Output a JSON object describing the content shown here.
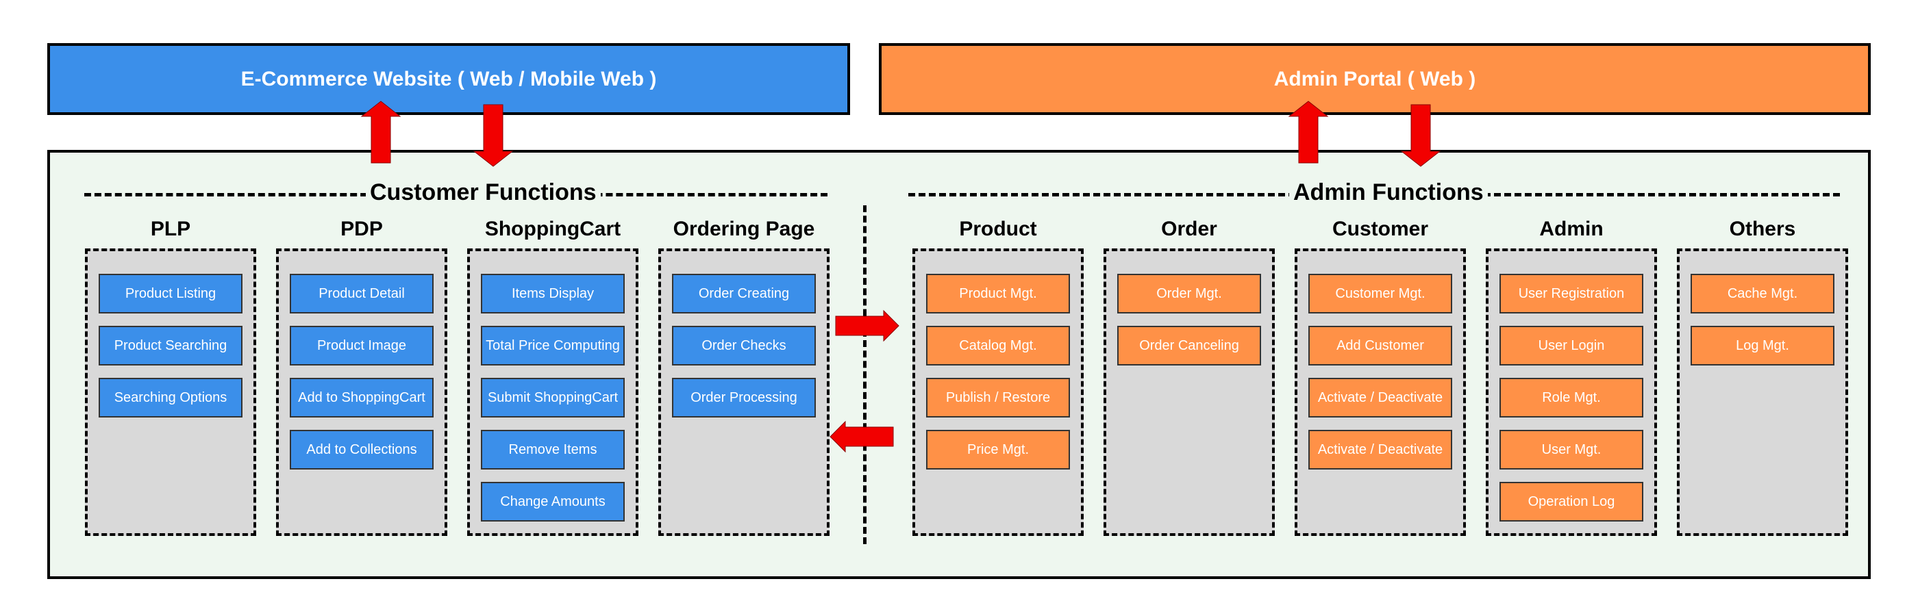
{
  "banners": {
    "ecommerce": "E-Commerce Website ( Web / Mobile Web )",
    "admin_portal": "Admin Portal ( Web )"
  },
  "sections": {
    "customer": "Customer Functions",
    "admin": "Admin Functions"
  },
  "customer_columns": [
    {
      "title": "PLP",
      "items": [
        "Product Listing",
        "Product Searching",
        "Searching Options"
      ]
    },
    {
      "title": "PDP",
      "items": [
        "Product Detail",
        "Product Image",
        "Add to ShoppingCart",
        "Add to Collections"
      ]
    },
    {
      "title": "ShoppingCart",
      "items": [
        "Items Display",
        "Total Price Computing",
        "Submit ShoppingCart",
        "Remove Items",
        "Change Amounts"
      ]
    },
    {
      "title": "Ordering Page",
      "items": [
        "Order Creating",
        "Order Checks",
        "Order Processing"
      ]
    }
  ],
  "admin_columns": [
    {
      "title": "Product",
      "items": [
        "Product Mgt.",
        "Catalog Mgt.",
        "Publish / Restore",
        "Price Mgt."
      ]
    },
    {
      "title": "Order",
      "items": [
        "Order Mgt.",
        "Order Canceling"
      ]
    },
    {
      "title": "Customer",
      "items": [
        "Customer Mgt.",
        "Add Customer",
        "Activate / Deactivate",
        "Activate / Deactivate"
      ]
    },
    {
      "title": "Admin",
      "items": [
        "User Registration",
        "User Login",
        "Role Mgt.",
        "User Mgt.",
        "Operation Log"
      ]
    },
    {
      "title": "Others",
      "items": [
        "Cache Mgt.",
        "Log Mgt."
      ]
    }
  ],
  "colors": {
    "blue": "#3b8fea",
    "orange": "#ff9147",
    "arrow_red": "#f20000",
    "panel_bg": "#eef7ef",
    "column_bg": "#d9d9d9"
  }
}
